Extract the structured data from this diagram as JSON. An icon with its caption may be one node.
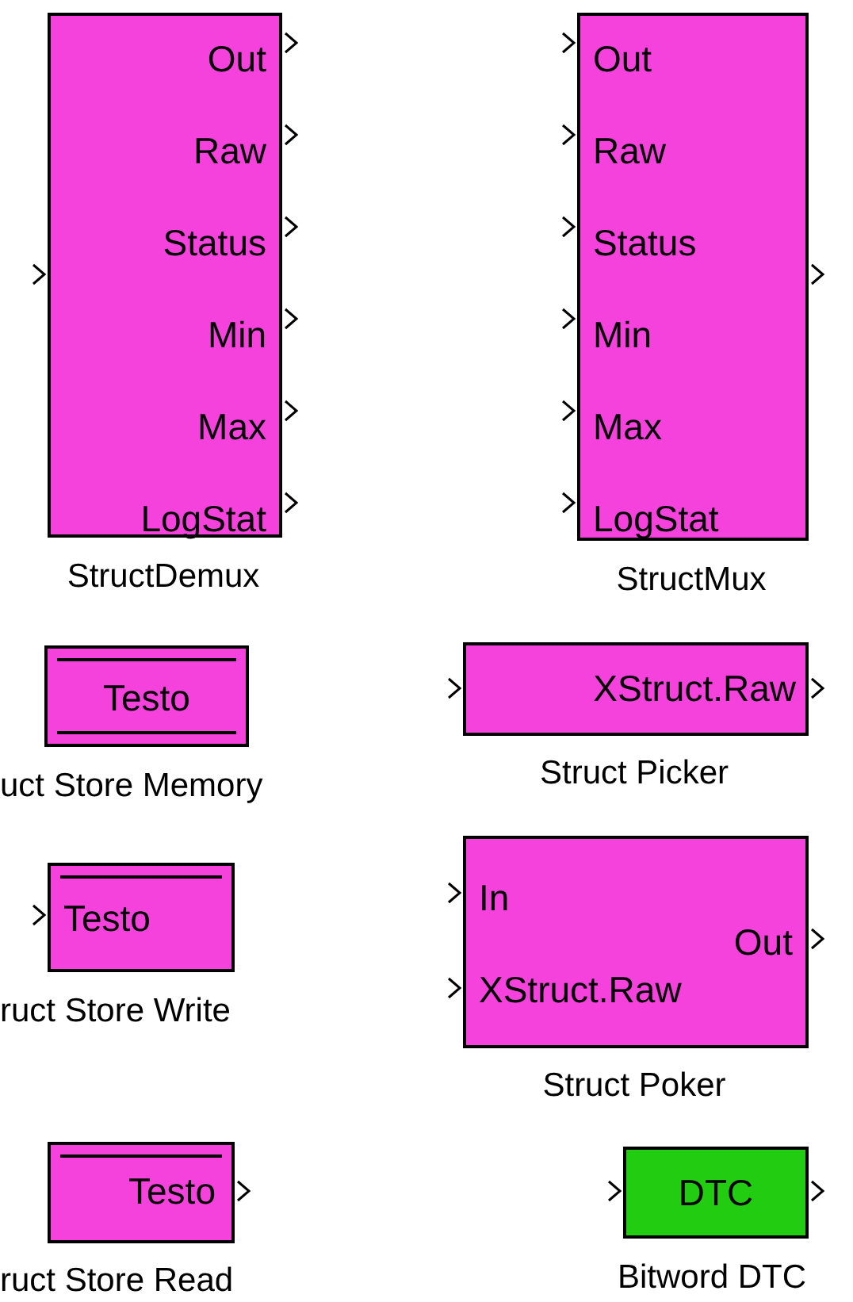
{
  "diagram": {
    "nodes": [
      {
        "text": [
          "Out",
          "Raw",
          "Status",
          "Min",
          "Max",
          "LogStat"
        ],
        "beside": [
          "StructDemux"
        ]
      },
      {
        "text": [
          "Out",
          "Raw",
          "Status",
          "Min",
          "Max",
          "LogStat"
        ],
        "beside": [
          "StructMux"
        ]
      },
      {
        "text": [
          "Testo"
        ],
        "beside": [
          "uct Store Memory"
        ]
      },
      {
        "text": [
          "XStruct.Raw"
        ],
        "beside": [
          "Struct Picker"
        ]
      },
      {
        "text": [
          "Testo"
        ],
        "beside": [
          "ruct Store Write"
        ]
      },
      {
        "text": [
          "In",
          "Out",
          "XStruct.Raw"
        ],
        "beside": [
          "Struct Poker"
        ]
      },
      {
        "text": [
          "Testo"
        ],
        "beside": [
          "ruct Store Read"
        ]
      },
      {
        "text": [
          "DTC"
        ],
        "beside": [
          "Bitword DTC"
        ]
      }
    ]
  }
}
